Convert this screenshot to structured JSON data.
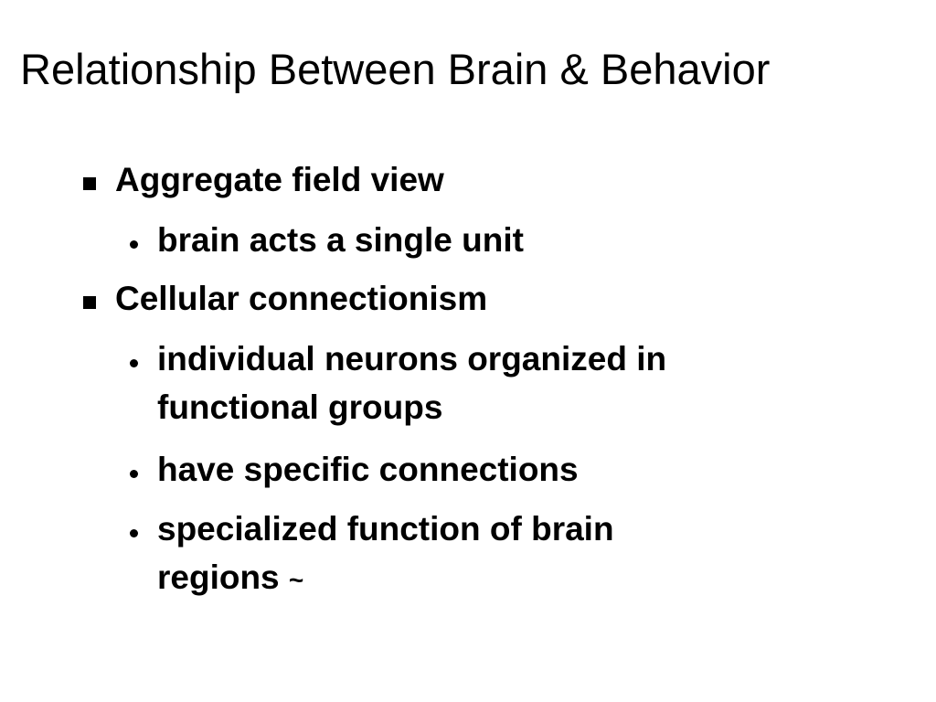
{
  "slide": {
    "title": "Relationship Between Brain & Behavior",
    "bullets": [
      {
        "level": 1,
        "text": "Aggregate field view"
      },
      {
        "level": 2,
        "text": "brain acts a single unit"
      },
      {
        "level": 1,
        "text": "Cellular connectionism"
      },
      {
        "level": 2,
        "lines": [
          "individual neurons organized in",
          "functional groups"
        ]
      },
      {
        "level": 2,
        "text": "have specific connections"
      },
      {
        "level": 2,
        "lines": [
          "specialized function of brain",
          "regions"
        ],
        "trailing": "~"
      }
    ]
  }
}
